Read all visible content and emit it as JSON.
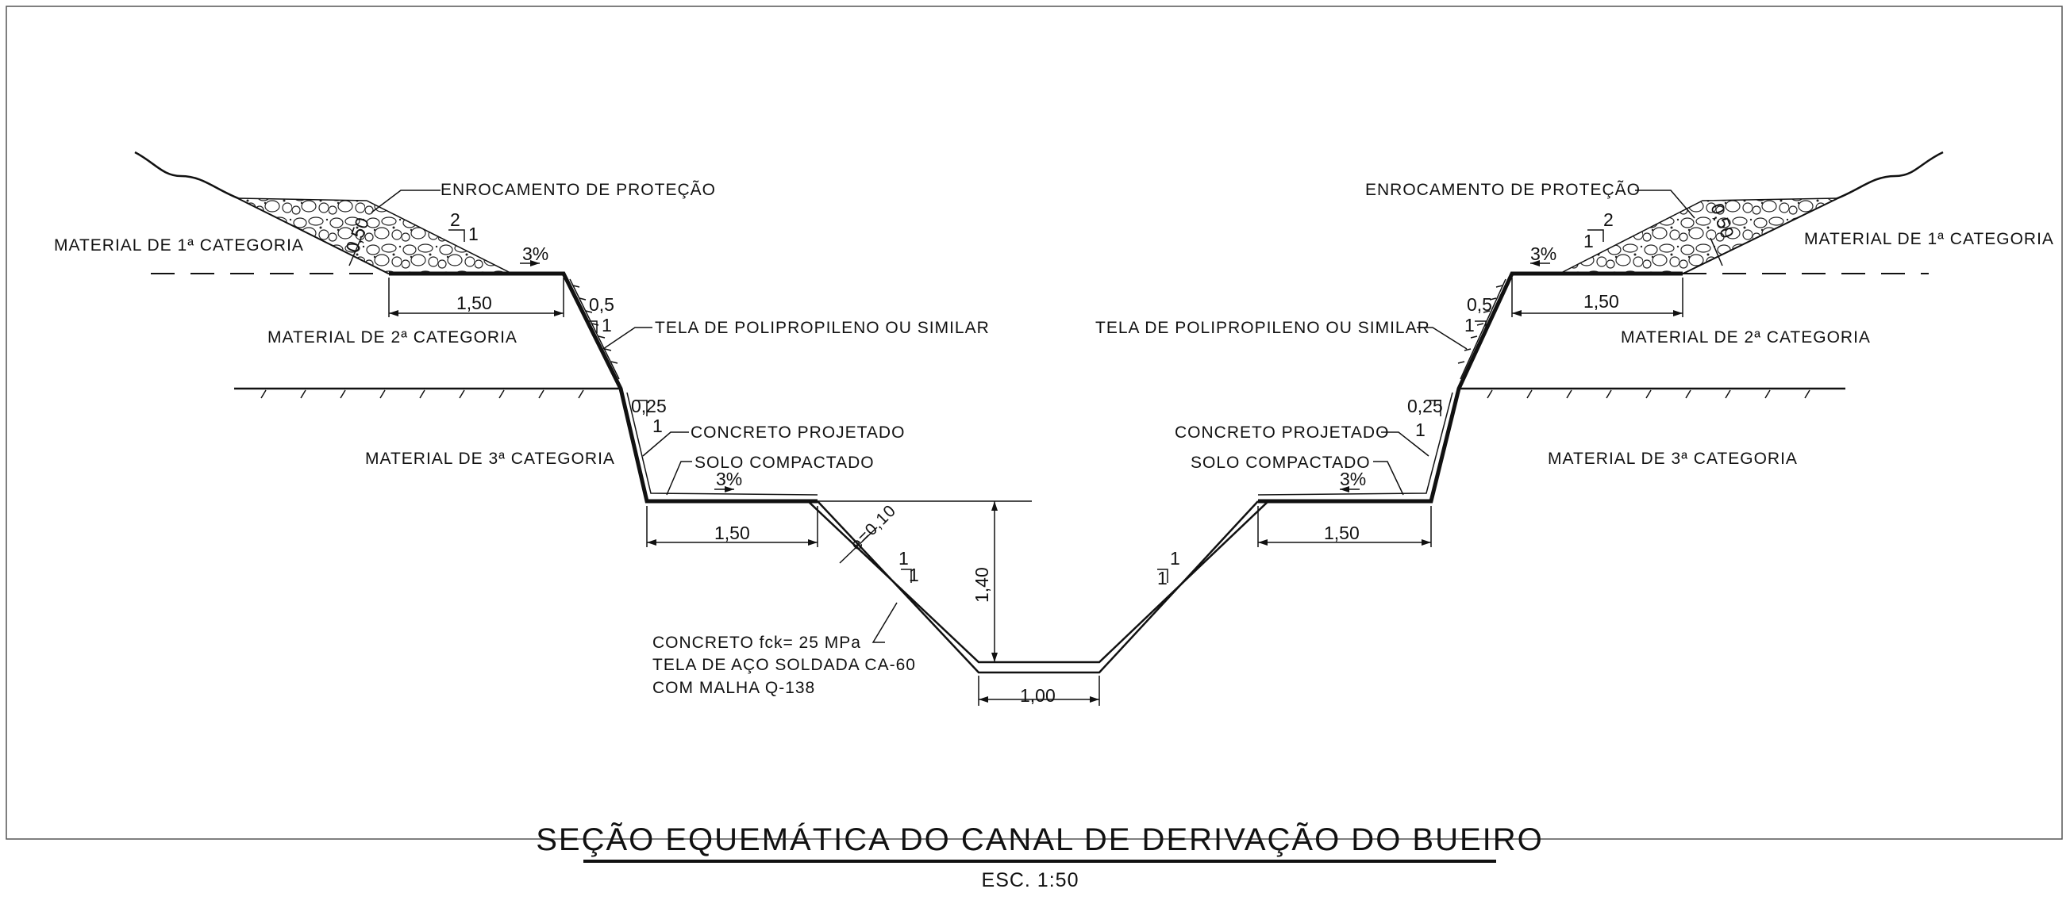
{
  "title": "SEÇÃO EQUEMÁTICA DO CANAL DE DERIVAÇÃO DO BUEIRO",
  "scale": "ESC. 1:50",
  "left": {
    "enrocamento": "ENROCAMENTO DE PROTEÇÃO",
    "material1": "MATERIAL DE 1ª CATEGORIA",
    "material2": "MATERIAL DE 2ª CATEGORIA",
    "material3": "MATERIAL DE 3ª CATEGORIA",
    "tela": "TELA DE POLIPROPILENO OU SIMILAR",
    "concreto_projetado": "CONCRETO PROJETADO",
    "solo": "SOLO COMPACTADO"
  },
  "right": {
    "enrocamento": "ENROCAMENTO DE PROTEÇÃO",
    "material1": "MATERIAL DE 1ª CATEGORIA",
    "material2": "MATERIAL DE 2ª CATEGORIA",
    "material3": "MATERIAL DE 3ª CATEGORIA",
    "tela": "TELA DE POLIPROPILENO OU SIMILAR",
    "concreto_projetado": "CONCRETO PROJETADO",
    "solo": "SOLO COMPACTADO"
  },
  "channel": {
    "concreto": "CONCRETO fck= 25 MPa",
    "tela_aco": "TELA DE AÇO SOLDADA CA-60",
    "malha": "COM MALHA Q-138",
    "thickness": "e=0,10"
  },
  "dims": {
    "berm_upper": "1,50",
    "berm_lower": "1,50",
    "bottom": "1,00",
    "height": "1,40",
    "slope_050": "0,50",
    "slope_05": "0,5",
    "slope_025": "0,25",
    "one": "1",
    "two": "2",
    "pct": "3%"
  }
}
